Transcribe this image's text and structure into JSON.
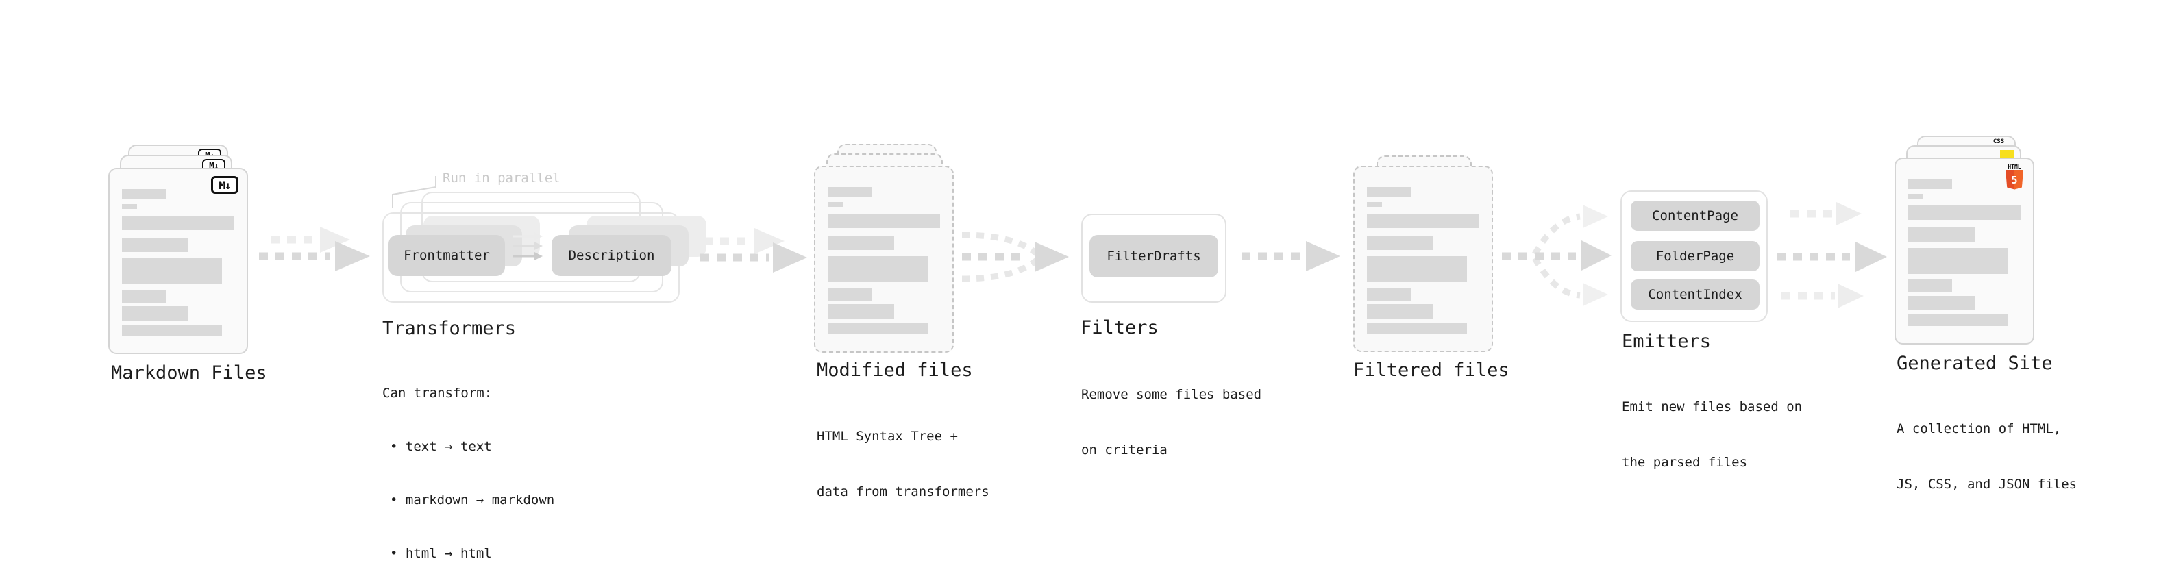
{
  "diagram": {
    "markdown_files": {
      "label": "Markdown Files",
      "badge": "M↓"
    },
    "transformers": {
      "label": "Transformers",
      "annotation": "Run in parallel",
      "nodes": [
        "Frontmatter",
        "Description"
      ],
      "notes": [
        "Can transform:",
        "• text → text",
        "• markdown → markdown",
        "• html → html"
      ]
    },
    "modified_files": {
      "label": "Modified files",
      "notes": [
        "HTML Syntax Tree +",
        "data from transformers"
      ]
    },
    "filters": {
      "label": "Filters",
      "nodes": [
        "FilterDrafts"
      ],
      "notes": [
        "Remove some files based",
        "on criteria"
      ]
    },
    "filtered_files": {
      "label": "Filtered files"
    },
    "emitters": {
      "label": "Emitters",
      "nodes": [
        "ContentPage",
        "FolderPage",
        "ContentIndex"
      ],
      "notes": [
        "Emit new files based on",
        "the parsed files"
      ]
    },
    "generated_site": {
      "label": "Generated Site",
      "notes": [
        "A collection of HTML,",
        "JS, CSS, and JSON files"
      ],
      "badges": {
        "css": "CSS",
        "html_word": "HTML",
        "html_number": "5"
      }
    },
    "colors": {
      "html5_orange": "#e44d26",
      "html5_orange_light": "#f16529",
      "js_yellow": "#f7df1e",
      "css_blue": "#2965f1",
      "arrow_dark": "#d9d9d9",
      "arrow_light": "#ededed"
    }
  }
}
